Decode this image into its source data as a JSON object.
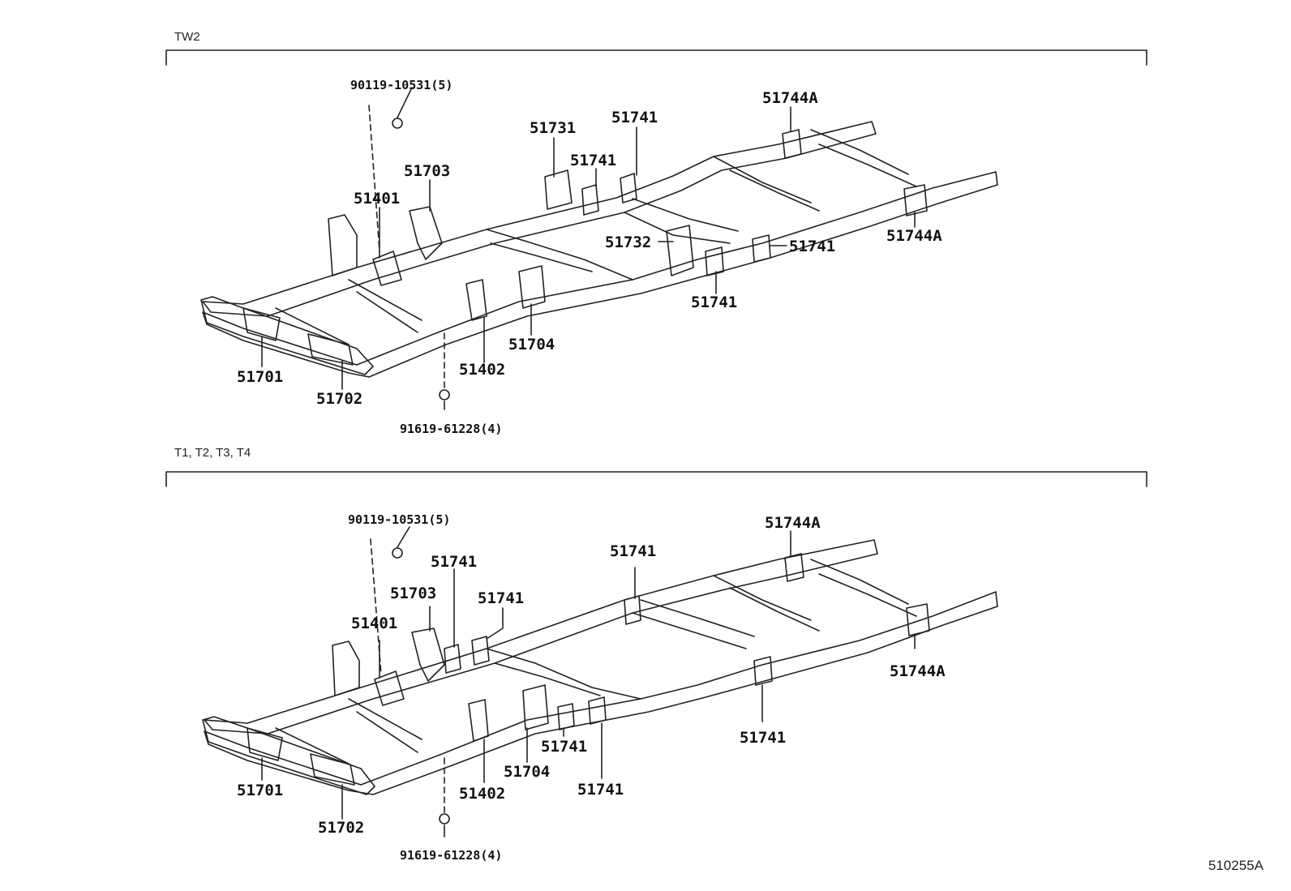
{
  "sections": [
    {
      "label": "TW2",
      "callouts": {
        "c_90119": "90119-10531(5)",
        "c_51744a_top": "51744A",
        "c_51731": "51731",
        "c_51741_a": "51741",
        "c_51741_b": "51741",
        "c_51703": "51703",
        "c_51401": "51401",
        "c_51732": "51732",
        "c_51741_c": "51741",
        "c_51744a_right": "51744A",
        "c_51741_d": "51741",
        "c_51704": "51704",
        "c_51402": "51402",
        "c_51701": "51701",
        "c_51702": "51702",
        "c_91619": "91619-61228(4)"
      }
    },
    {
      "label": "T1, T2, T3, T4",
      "callouts": {
        "c_90119": "90119-10531(5)",
        "c_51744a_top": "51744A",
        "c_51741_a": "51741",
        "c_51741_b": "51741",
        "c_51741_c": "51741",
        "c_51703": "51703",
        "c_51401": "51401",
        "c_51744a_right": "51744A",
        "c_51741_d": "51741",
        "c_51741_e": "51741",
        "c_51704": "51704",
        "c_51741_f": "51741",
        "c_51402": "51402",
        "c_51701": "51701",
        "c_51702": "51702",
        "c_91619": "91619-61228(4)"
      }
    }
  ],
  "figure_id": "510255A"
}
